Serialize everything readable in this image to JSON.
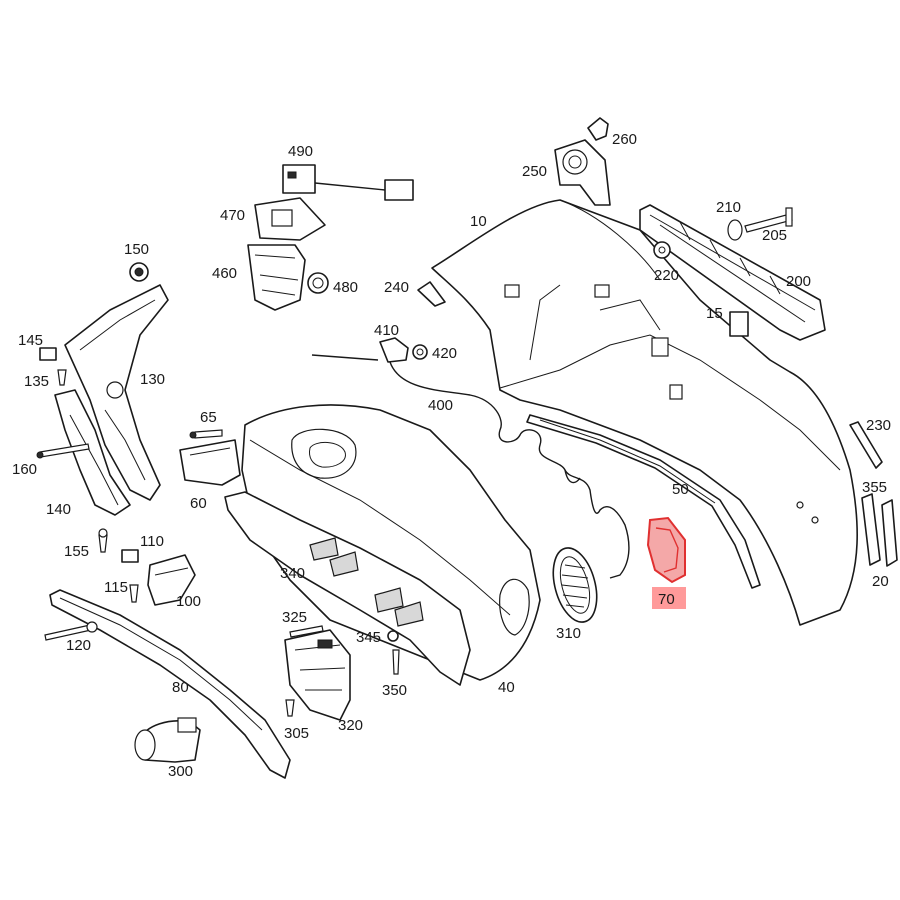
{
  "diagram": {
    "highlight_color": "#e03030",
    "highlight_fill": "#f4a8a8",
    "highlight_label_fill": "#ff9a9a",
    "part_numbers": {
      "p10": "10",
      "p15": "15",
      "p20": "20",
      "p40": "40",
      "p50": "50",
      "p60": "60",
      "p65": "65",
      "p70": "70",
      "p80": "80",
      "p100": "100",
      "p110": "110",
      "p115": "115",
      "p120": "120",
      "p130": "130",
      "p135": "135",
      "p140": "140",
      "p145": "145",
      "p150": "150",
      "p155": "155",
      "p160": "160",
      "p200": "200",
      "p205": "205",
      "p210": "210",
      "p220": "220",
      "p230": "230",
      "p240": "240",
      "p250": "250",
      "p260": "260",
      "p300": "300",
      "p305": "305",
      "p310": "310",
      "p320": "320",
      "p325": "325",
      "p340": "340",
      "p345": "345",
      "p350": "350",
      "p355": "355",
      "p400": "400",
      "p410": "410",
      "p420": "420",
      "p460": "460",
      "p470": "470",
      "p480": "480",
      "p490": "490"
    },
    "highlighted_part": "70"
  }
}
